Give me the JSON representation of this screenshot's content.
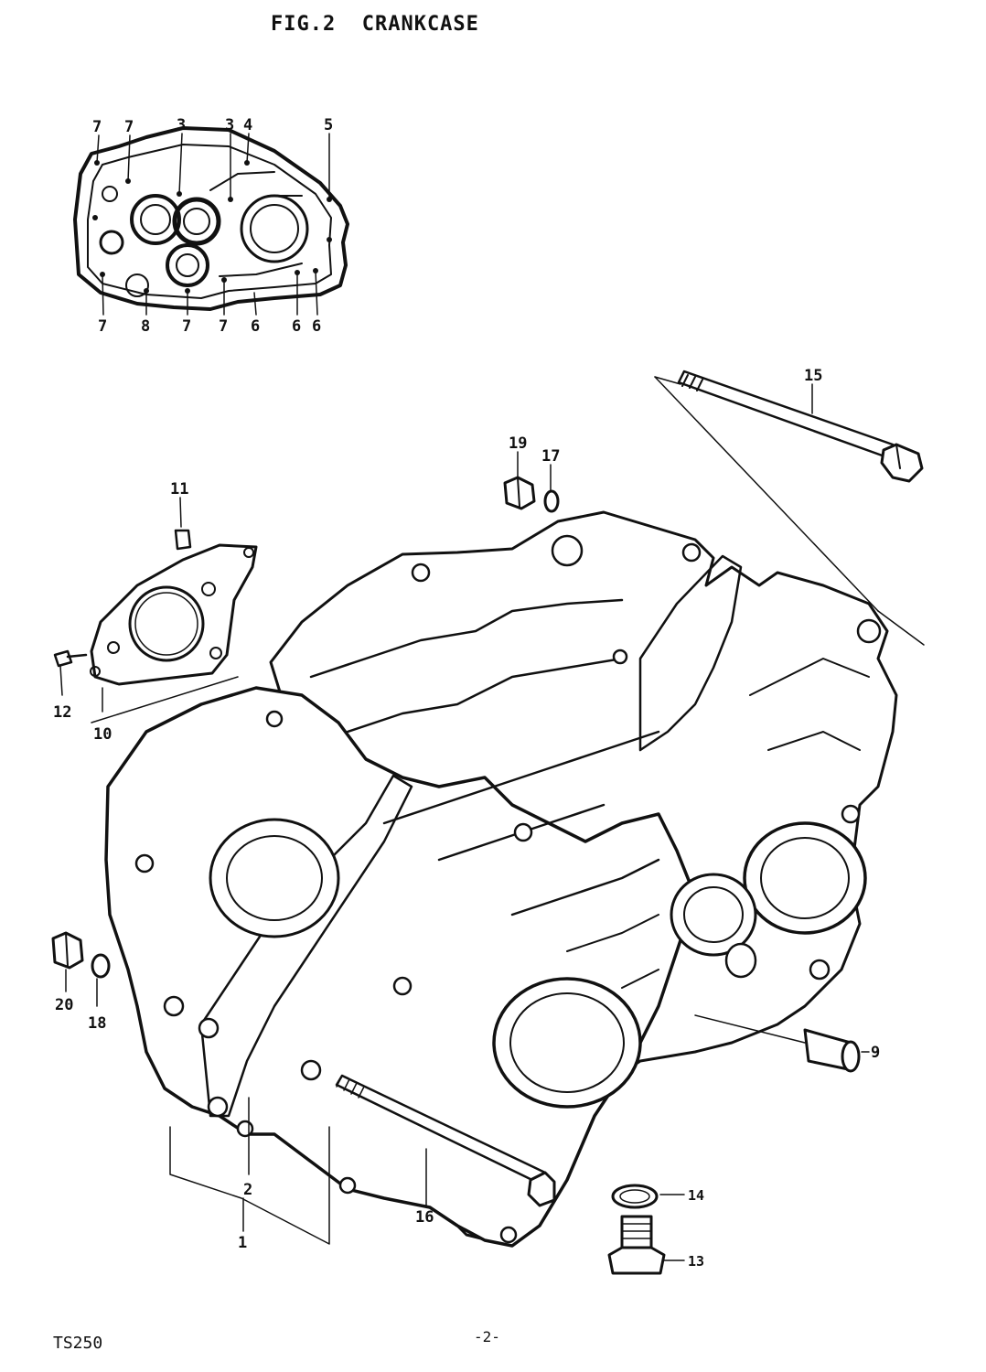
{
  "page": {
    "title": "FIG.2  CRANKCASE",
    "model": "TS250",
    "page_number": "-2-"
  },
  "inset_labels_top": [
    "7",
    "7",
    "3",
    "3",
    "4",
    "5"
  ],
  "inset_labels_bottom": [
    "7",
    "8",
    "7",
    "7",
    "6",
    "6",
    "6"
  ],
  "callouts": {
    "c1": "1",
    "c2": "2",
    "c9": "9",
    "c10": "10",
    "c11": "11",
    "c12": "12",
    "c13": "13",
    "c14": "14",
    "c15": "15",
    "c16": "16",
    "c17": "17",
    "c18": "18",
    "c19": "19",
    "c20": "20"
  }
}
